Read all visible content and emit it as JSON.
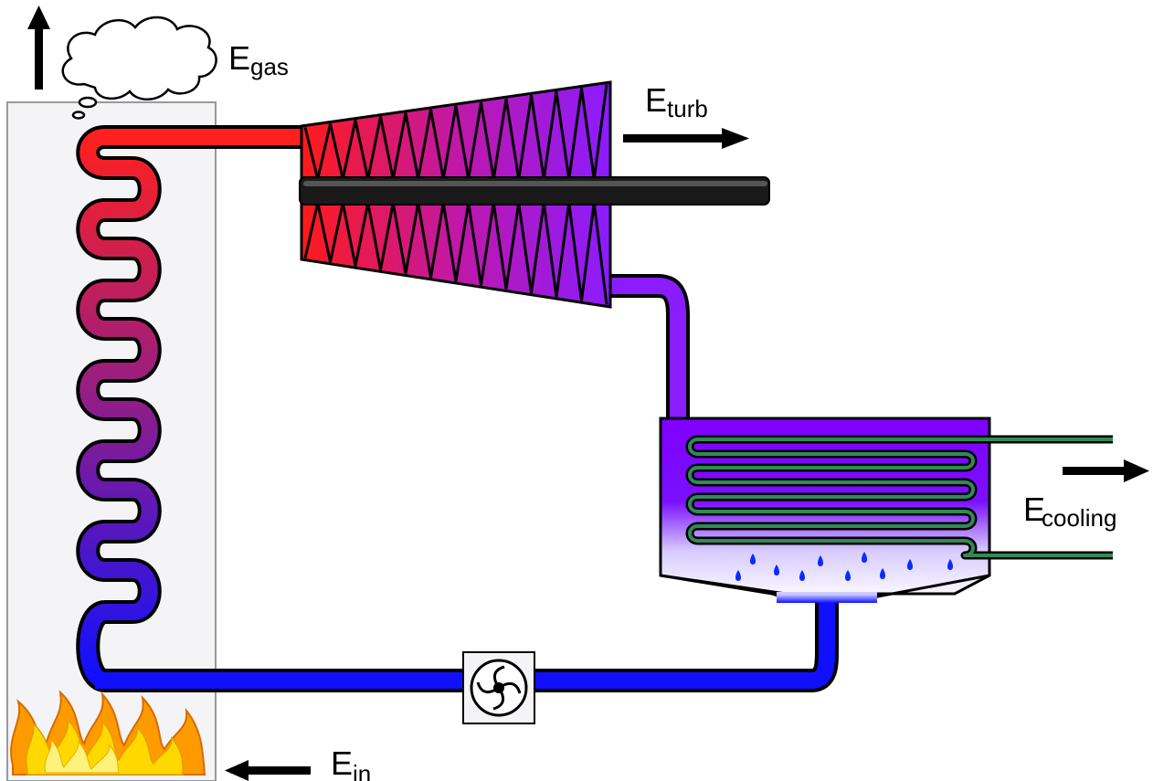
{
  "labels": {
    "gas": {
      "main": "E",
      "sub": "gas"
    },
    "turb": {
      "main": "E",
      "sub": "turb"
    },
    "cooling": {
      "main": "E",
      "sub": "cooling"
    },
    "in": {
      "main": "E",
      "sub": "in"
    }
  },
  "icons": {
    "boiler": "boiler-box",
    "smoke": "smoke-cloud-icon",
    "flames": "flame-icon",
    "turbine": "turbine-icon",
    "condenser": "condenser-icon",
    "pump": "pump-icon"
  },
  "colors": {
    "hot": "#ff2020",
    "cold": "#1010ff",
    "steam": "#8800ff",
    "cooling_pipe": "#2e8b57",
    "shaft": "#1a1a1a",
    "flame_outer": "#ff9900",
    "flame_inner": "#ffdd00",
    "droplet": "#0a2bff"
  }
}
